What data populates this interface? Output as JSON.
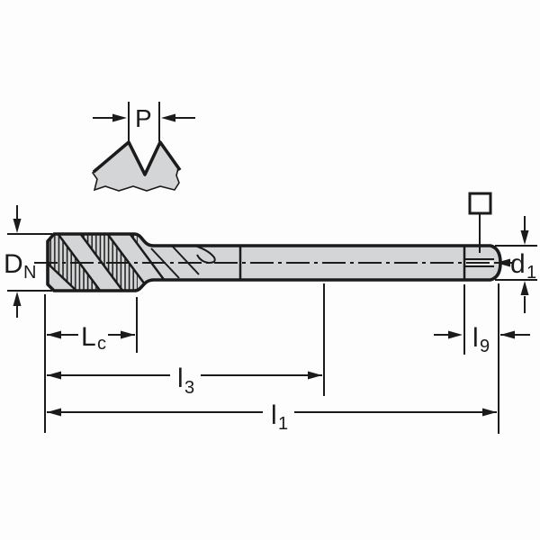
{
  "figure": {
    "title": "tap-technical-dimension-drawing",
    "background": "#fdfdfd",
    "body_fill": "#d3d5d6",
    "line_color": "#1b1b1b",
    "labels": {
      "p": {
        "main": "P",
        "sub": ""
      },
      "dn": {
        "main": "D",
        "sub": "N"
      },
      "d1": {
        "main": "d",
        "sub": "1"
      },
      "lc": {
        "main": "L",
        "sub": "c"
      },
      "l3": {
        "main": "l",
        "sub": "3"
      },
      "l1": {
        "main": "l",
        "sub": "1"
      },
      "l9": {
        "main": "l",
        "sub": "9"
      }
    },
    "symbols": {
      "square_drive": "square-end-symbol"
    }
  }
}
